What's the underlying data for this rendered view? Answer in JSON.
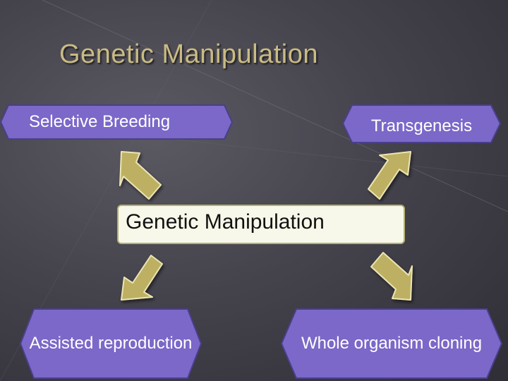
{
  "slide": {
    "title": "Genetic Manipulation",
    "center_label": "Genetic Manipulation",
    "boxes": {
      "selective_breeding": "Selective Breeding",
      "transgenesis": "Transgenesis",
      "assisted_reproduction": "Assisted reproduction",
      "whole_organism_cloning": "Whole organism cloning"
    }
  },
  "colors": {
    "background": "#45434c",
    "title": "#c9bb83",
    "box_fill": "#7b68c8",
    "box_border": "#4a3f8a",
    "arrow_fill": "#bdb062",
    "center_fill": "#f8f8ea"
  }
}
